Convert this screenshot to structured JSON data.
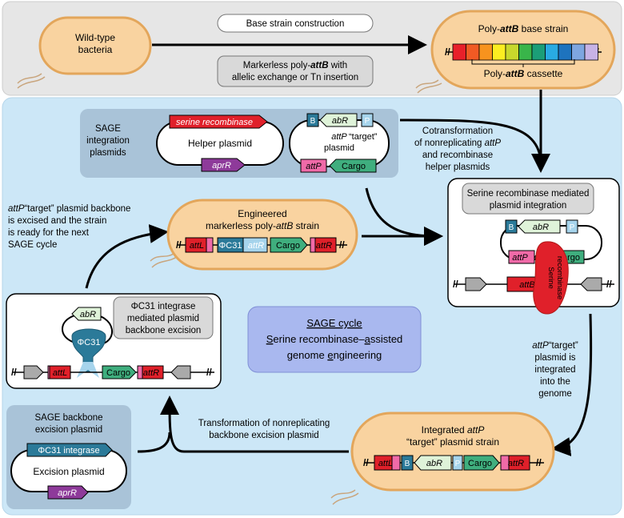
{
  "top_section": {
    "wild_type": [
      "Wild-type",
      "bacteria"
    ],
    "base_strain_construction": "Base strain construction",
    "markerless_note": [
      "Markerless poly-",
      "attB",
      " with",
      "allelic exchange or Tn insertion"
    ],
    "poly_attb_base_strain": [
      "Poly-",
      "attB",
      " base strain"
    ],
    "poly_attb_cassette": [
      "Poly-",
      "attB",
      " cassette"
    ],
    "cassette_colors": [
      "#e8202a",
      "#f15a24",
      "#f7931e",
      "#fcee21",
      "#c8d82c",
      "#39b54a",
      "#1b9e77",
      "#29abe2",
      "#1e73be",
      "#7ea6e0",
      "#c7b3e6"
    ]
  },
  "sage_integration": {
    "label": [
      "SAGE",
      "integration",
      "plasmids"
    ],
    "helper_plasmid": "Helper plasmid",
    "serine_recombinase": "serine recombinase",
    "aprR": "aprR",
    "target_plasmid": [
      "attP",
      "“target”",
      "plasmid"
    ],
    "B": "B",
    "abR": "abR",
    "P": "P",
    "attP": "attP",
    "cargo": "Cargo"
  },
  "cotransformation": [
    "Cotransformation",
    "of nonreplicating ",
    "attP",
    "and recombinase",
    "helper plasmids"
  ],
  "integration_box": {
    "title": [
      "Serine recombinase mediated",
      "plasmid integration"
    ],
    "B": "B",
    "abR": "abR",
    "P": "P",
    "attP": "attP",
    "cargo": "Cargo",
    "attB": "attB",
    "recombinase": [
      "Serine",
      "recombinase"
    ]
  },
  "engineered_strain": {
    "title": [
      "Engineered",
      "markerless poly-",
      "attB",
      " strain"
    ],
    "attL": "attL",
    "phiC31": "ΦC31",
    "attR_inline": "attR",
    "cargo": "Cargo",
    "attR": "attR"
  },
  "backbone_excised_note": [
    "attP",
    "“target” plasmid backbone",
    "is excised and the strain",
    "is ready for the next",
    "SAGE cycle"
  ],
  "excision_box": {
    "title": [
      "ΦC31 integrase",
      "mediated plasmid",
      "backbone excision"
    ],
    "abR": "abR",
    "phiC31": "ΦC31",
    "attL": "attL",
    "cargo": "Cargo",
    "attR": "attR"
  },
  "sage_cycle": {
    "title": "SAGE cycle",
    "line2": [
      "S",
      "erine recombinase–",
      "a",
      "ssisted"
    ],
    "line3": [
      "g",
      "enome ",
      "e",
      "ngineering"
    ]
  },
  "integrated_note": [
    "attP",
    "“target”",
    "plasmid is",
    "integrated",
    "into the",
    "genome"
  ],
  "backbone_excision_plasmid": {
    "label": [
      "SAGE backbone",
      "excision plasmid"
    ],
    "phiC31_integrase": "ΦC31 integrase",
    "excision_plasmid": "Excision plasmid",
    "aprR": "aprR"
  },
  "transformation_note": [
    "Transformation of nonreplicating",
    "backbone excision plasmid"
  ],
  "integrated_strain": {
    "title": [
      "Integrated ",
      "attP",
      "“target” plasmid strain"
    ],
    "attL": "attL",
    "B": "B",
    "abR": "abR",
    "P": "P",
    "cargo": "Cargo",
    "attR": "attR"
  },
  "colors": {
    "top_bg": "#e6e6e6",
    "main_bg": "#cce7f7",
    "group_bg": "#a9c3d8",
    "cell_fill": "#f9d3a0",
    "cell_stroke": "#e3a65b",
    "teal": "#2b7a99",
    "green": "#3fae7e",
    "red": "#e0202a",
    "purple": "#8e3a9a",
    "pink": "#f06aa8",
    "light_green": "#dff3d9",
    "light_blue": "#a6d4ec",
    "grey_box": "#d9d9d9",
    "cycle_box": "#a9b8ef"
  }
}
